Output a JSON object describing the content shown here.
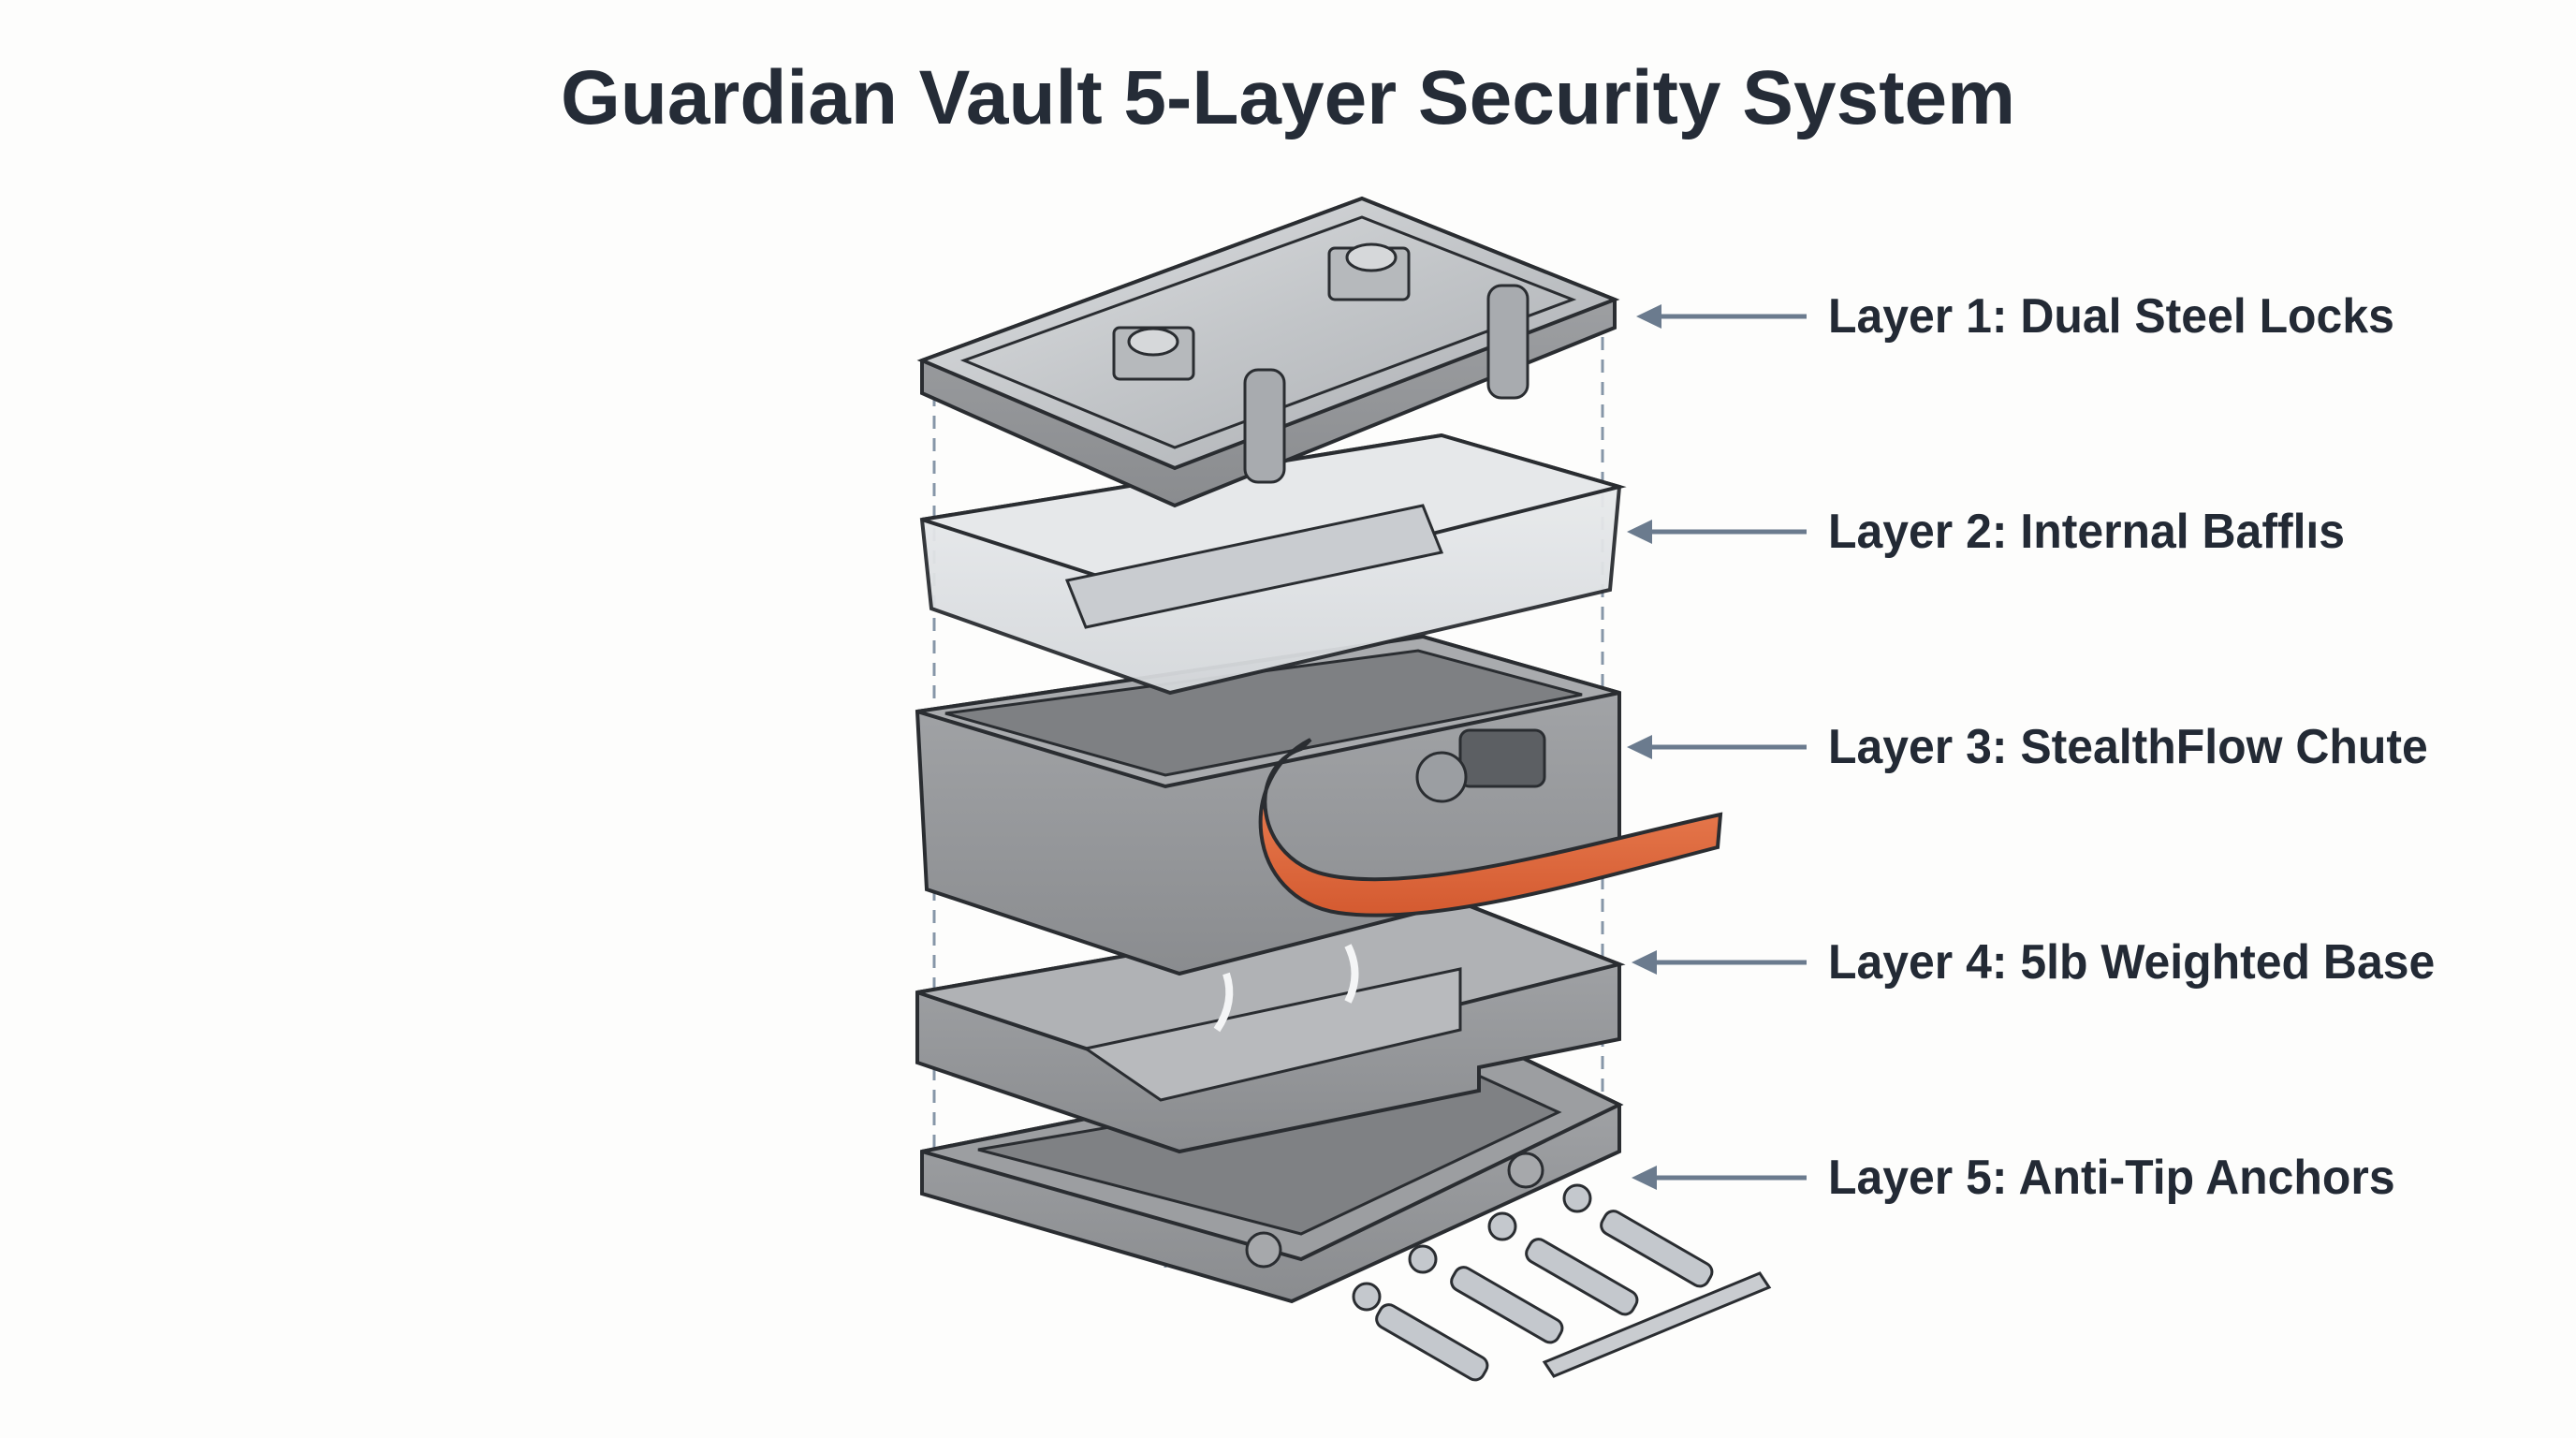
{
  "title": "Guardian Vault 5-Layer Security System",
  "layers": [
    {
      "label": "Layer 1: Dual Steel Locks"
    },
    {
      "label": "Layer 2: Internal Bafflıs"
    },
    {
      "label": "Layer 3: StealthFlow Chute"
    },
    {
      "label": "Layer 4: 5lb Weighted Base"
    },
    {
      "label": "Layer 5: Anti-Tip Anchors"
    }
  ],
  "colors": {
    "text": "#232a35",
    "arrow": "#6b7b8e",
    "chute": "#e2683d",
    "metal": "#b9bcc0",
    "dark_metal": "#8e9194"
  }
}
